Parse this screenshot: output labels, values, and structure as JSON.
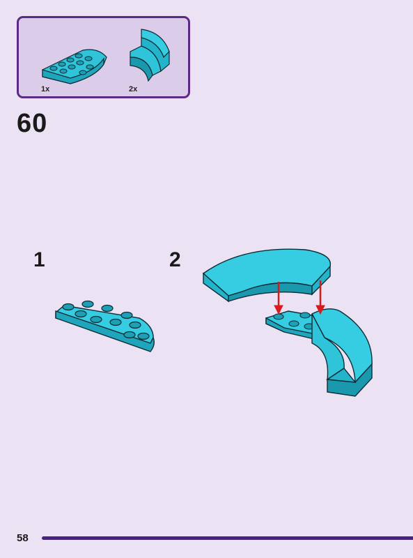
{
  "parts_list": {
    "items": [
      {
        "name": "half-round-plate",
        "quantity": "1x",
        "color": "#2fc4da"
      },
      {
        "name": "curved-arch-brick",
        "quantity": "2x",
        "color": "#2fc4da"
      }
    ],
    "border_color": "#5a2a86",
    "background_color": "#dbcde9"
  },
  "step": {
    "number": "60"
  },
  "substeps": [
    {
      "number": "1"
    },
    {
      "number": "2"
    }
  ],
  "arrows_color": "#d91a1a",
  "page": {
    "number": "58",
    "bar_color": "#4a1f86"
  },
  "brick_color": "#2fc4da"
}
